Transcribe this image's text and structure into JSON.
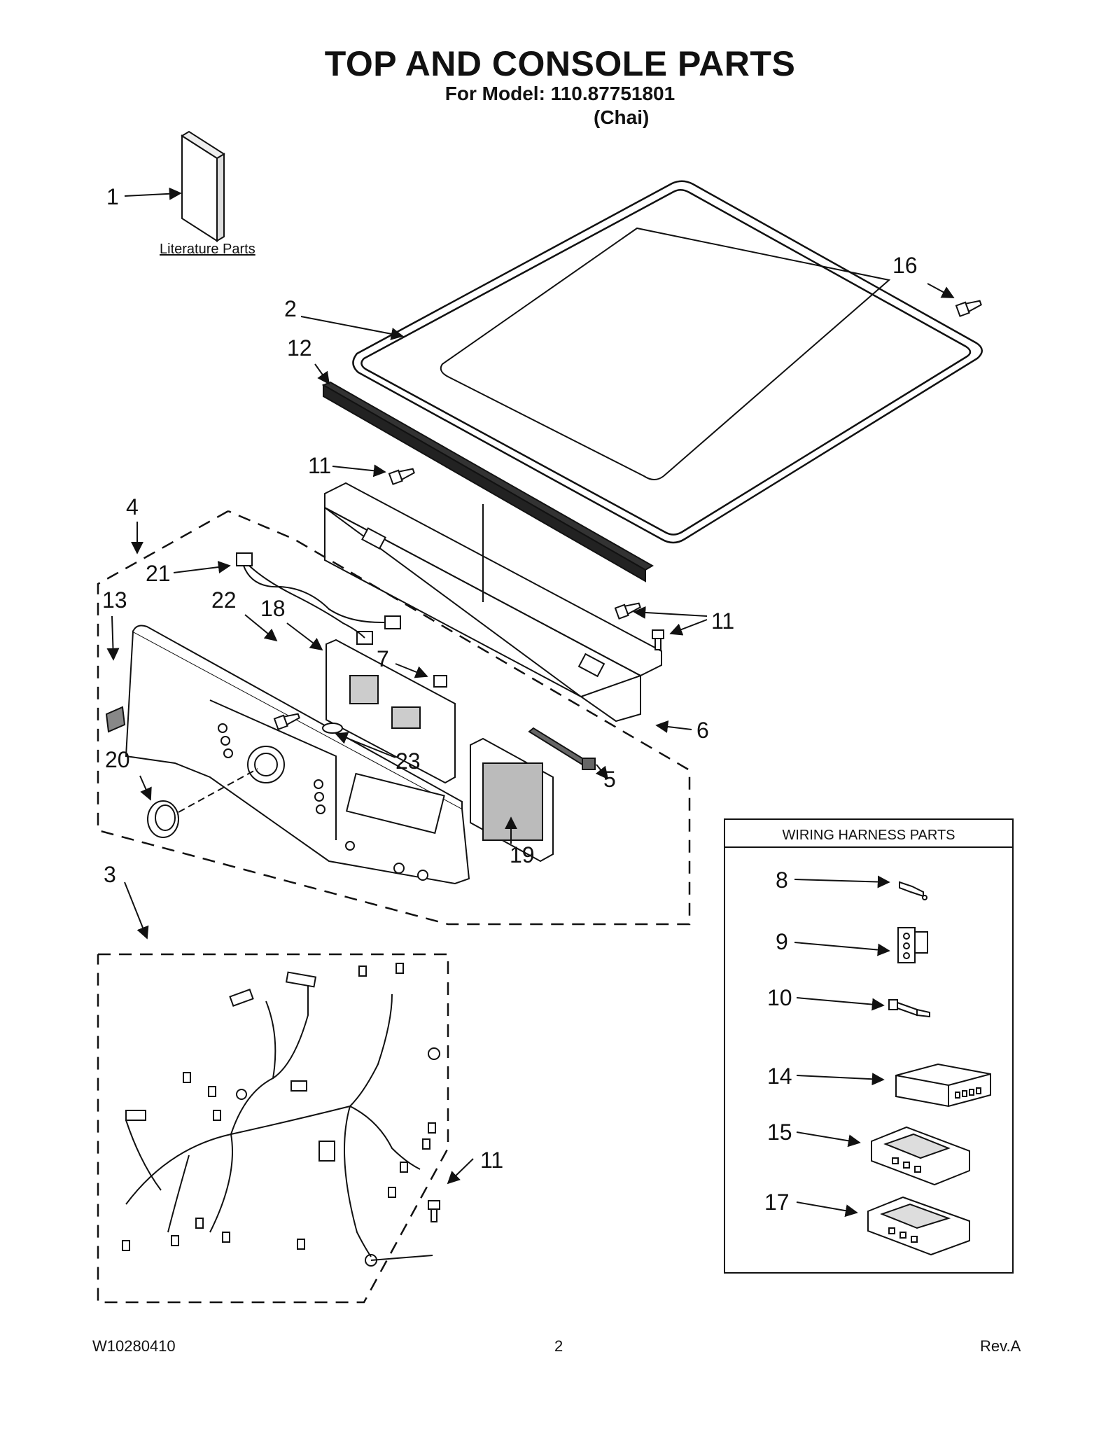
{
  "title": "TOP AND CONSOLE PARTS",
  "model_line": "For Model: 110.87751801",
  "variant": "(Chai)",
  "literature_label": "Literature Parts",
  "wiring_box_title": "WIRING HARNESS PARTS",
  "callouts": {
    "c1": "1",
    "c2": "2",
    "c3": "3",
    "c4": "4",
    "c5": "5",
    "c6": "6",
    "c7": "7",
    "c8": "8",
    "c9": "9",
    "c10": "10",
    "c11a": "11",
    "c11b": "11",
    "c11c": "11",
    "c12": "12",
    "c13": "13",
    "c14": "14",
    "c15": "15",
    "c16": "16",
    "c17": "17",
    "c18": "18",
    "c19": "19",
    "c20": "20",
    "c21": "21",
    "c22": "22",
    "c23": "23"
  },
  "footer": {
    "doc_number": "W10280410",
    "page_number": "2",
    "revision": "Rev.A"
  }
}
